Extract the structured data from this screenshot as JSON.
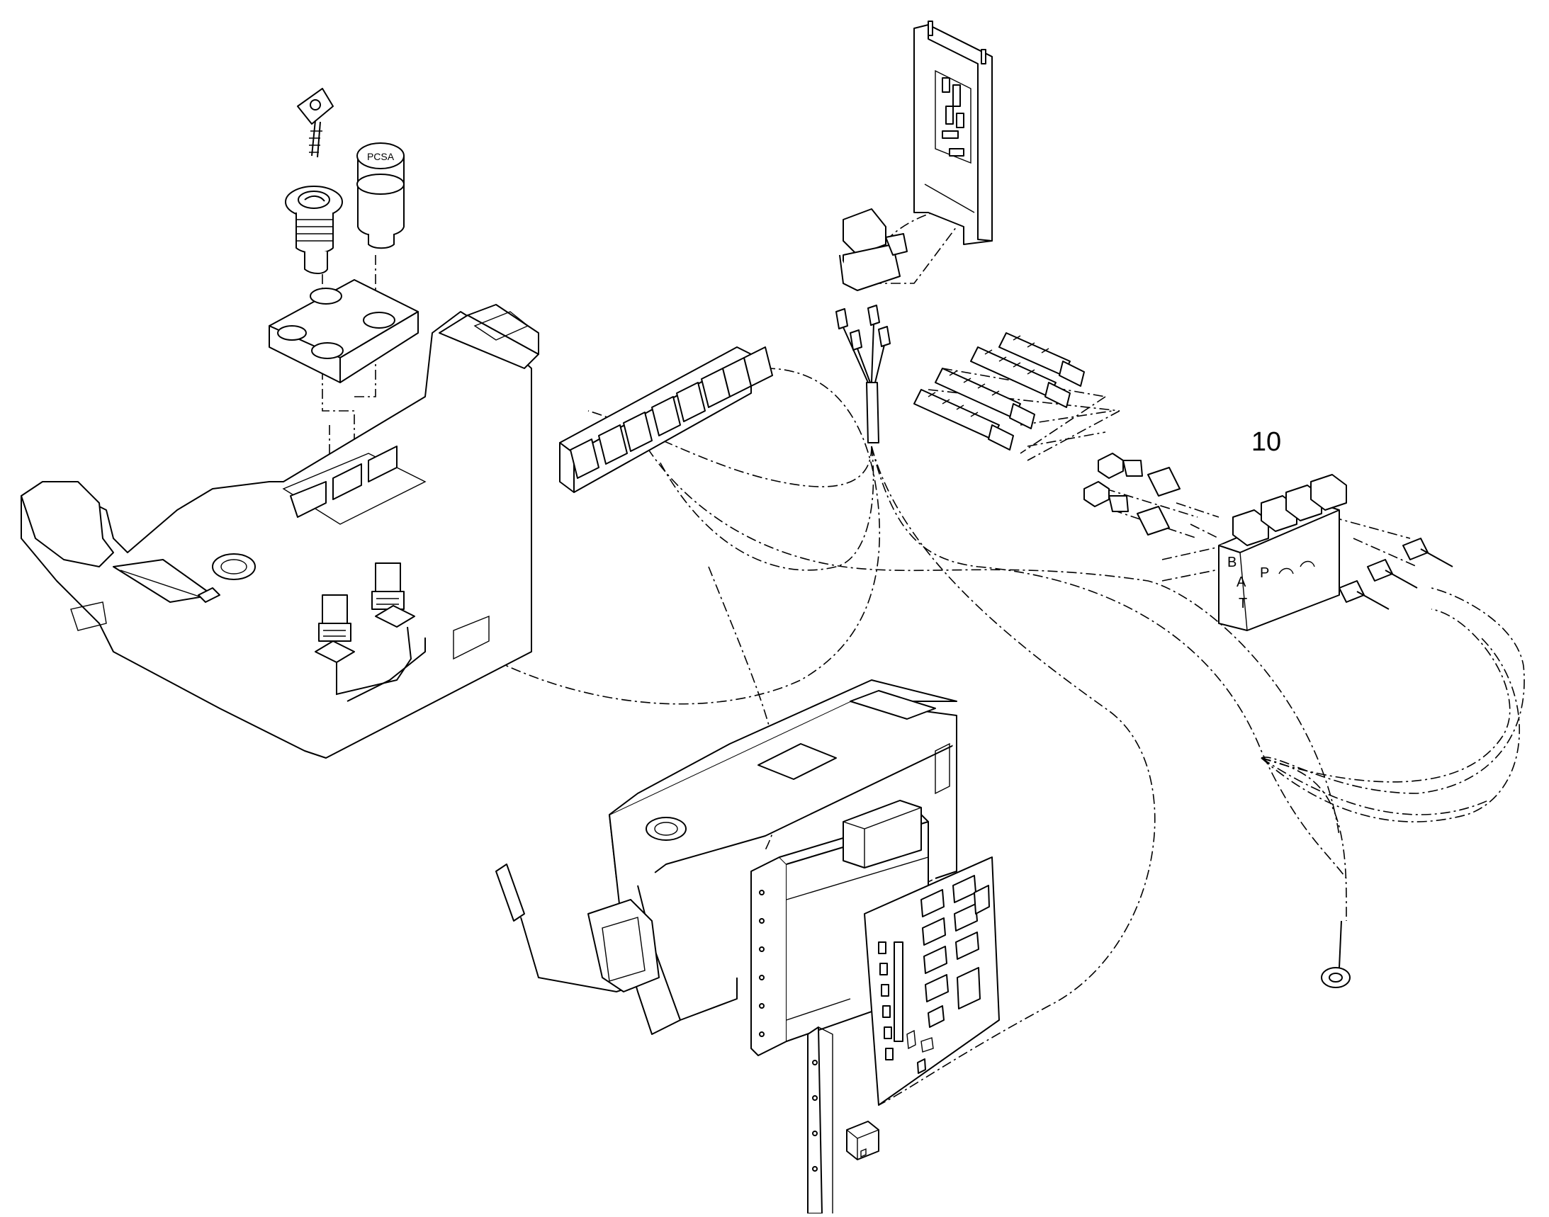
{
  "diagram": {
    "callout_number": "10",
    "switch_cap_text": "PCSA",
    "valve_port_letters": [
      "B",
      "A",
      "P",
      "T"
    ]
  }
}
